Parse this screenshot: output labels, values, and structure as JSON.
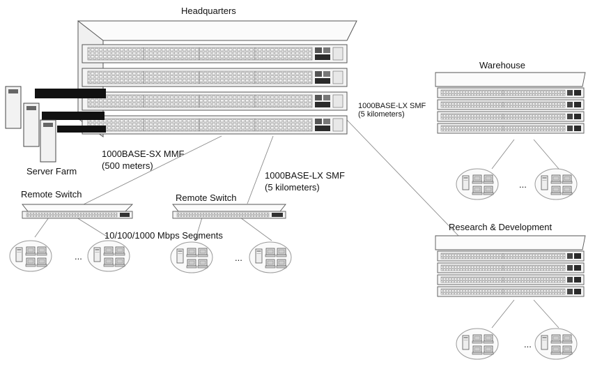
{
  "labels": {
    "headquarters": "Headquarters",
    "warehouse": "Warehouse",
    "research": "Research & Development",
    "server_farm": "Server Farm",
    "remote_switch_1": "Remote  Switch",
    "remote_switch_2": "Remote  Switch",
    "sx_link": "1000BASE-SX  MMF",
    "sx_distance": "(500 meters)",
    "lx_link_remote": "1000BASE-LX    SMF",
    "lx_distance_remote": "(5  kilometers)",
    "lx_link_warehouse": "1000BASE-LX SMF",
    "lx_distance_warehouse": "(5 kilometers)",
    "segments": "10/100/1000  Mbps  Segments",
    "ellipsis": "..."
  }
}
